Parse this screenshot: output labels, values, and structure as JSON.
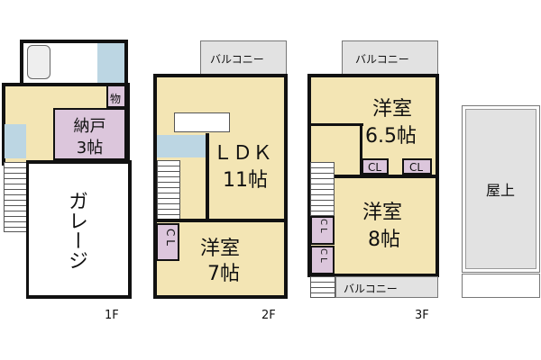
{
  "floors": [
    {
      "label": "1F",
      "rooms": {
        "storage_small": "物",
        "storage": "納戸",
        "storage_size": "3帖",
        "garage": "ガレージ"
      }
    },
    {
      "label": "2F",
      "rooms": {
        "balcony": "バルコニー",
        "ldk": "ＬＤＫ",
        "ldk_size": "11帖",
        "closet": "C L",
        "western": "洋室",
        "western_size": "7帖"
      }
    },
    {
      "label": "3F",
      "rooms": {
        "balcony_top": "バルコニー",
        "western1": "洋室",
        "western1_size": "6.5帖",
        "closet1": "CL",
        "closet2": "CL",
        "western2": "洋室",
        "western2_size": "8帖",
        "closet3": "C L",
        "closet4": "C L",
        "balcony_bottom": "バルコニー"
      }
    },
    {
      "label": "",
      "rooms": {
        "rooftop": "屋上"
      }
    }
  ],
  "colors": {
    "room": "#f3e5b4",
    "closet": "#dcc6dc",
    "wet": "#bcd6e3",
    "balcony": "#e2e2e2"
  }
}
